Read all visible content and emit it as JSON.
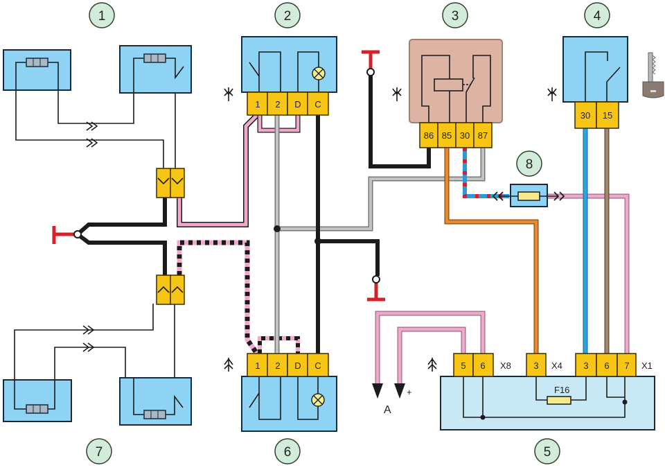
{
  "components": {
    "c1": "1",
    "c2": "2",
    "c3": "3",
    "c4": "4",
    "c5": "5",
    "c6": "6",
    "c7": "7",
    "c8": "8"
  },
  "switch_top_pins": [
    "1",
    "2",
    "D",
    "C"
  ],
  "switch_bottom_pins": [
    "1",
    "2",
    "D",
    "C"
  ],
  "relay_pins": [
    "86",
    "85",
    "30",
    "87"
  ],
  "ignition_pins": [
    "30",
    "15"
  ],
  "block": {
    "x8_pins": [
      "5",
      "6"
    ],
    "x8_label": "X8",
    "x4_pins": [
      "3"
    ],
    "x4_label": "X4",
    "x1_pins": [
      "3",
      "6",
      "7"
    ],
    "x1_label": "X1",
    "fuse_label": "F16"
  },
  "output_a": "A",
  "output_plus": "+",
  "colors": {
    "pink": "#f0a8cc",
    "gray": "#b0b0b0",
    "black": "#1b1b1b",
    "orange": "#e07a20",
    "blue": "#2a9ad8",
    "brown": "#9a8066",
    "red": "#d8202a",
    "connector": "#f7c514",
    "component": "#8fd3f4",
    "relay": "#ddb3a3"
  }
}
